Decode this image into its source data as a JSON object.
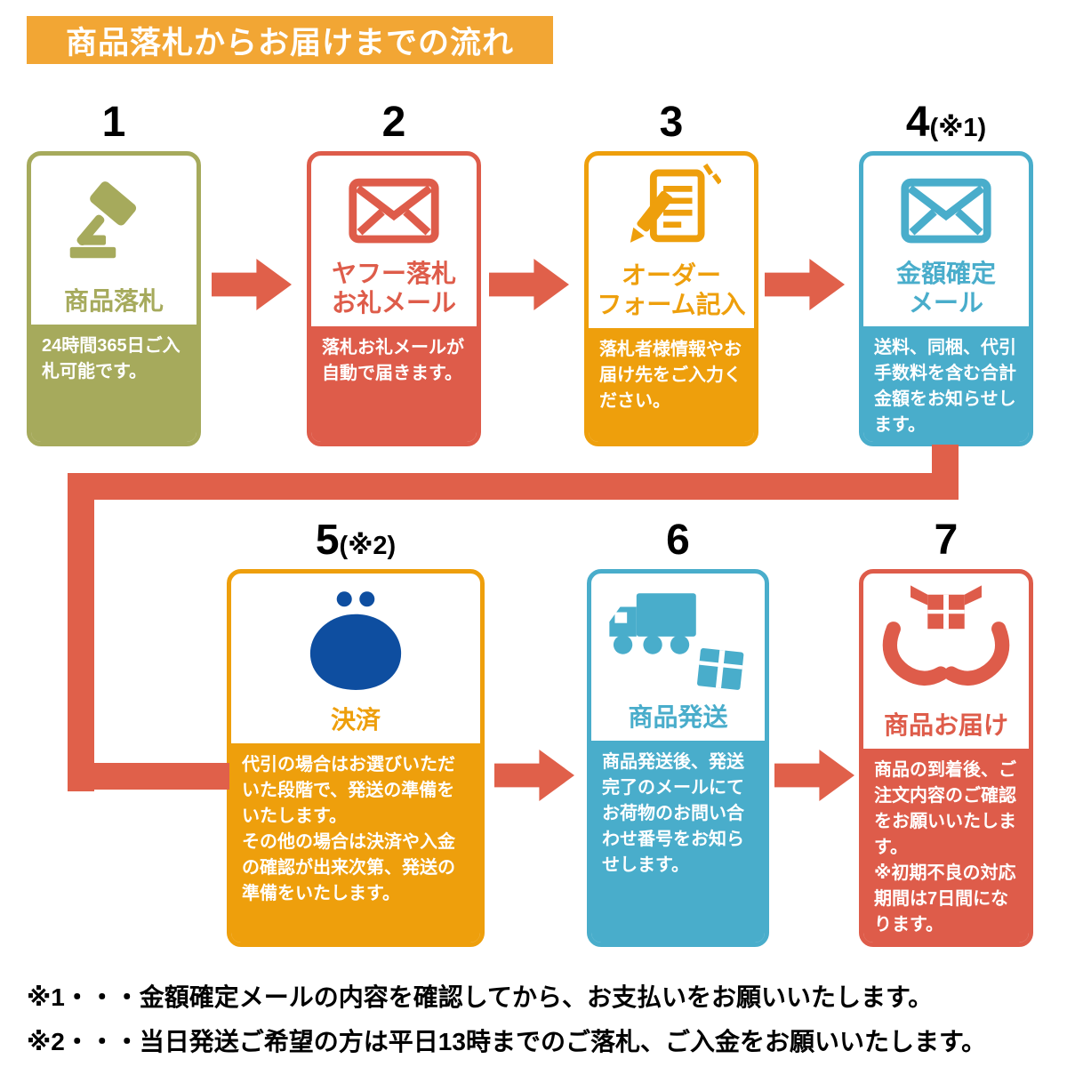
{
  "header": {
    "title": "商品落札からお届けまでの流れ",
    "bg_color": "#F2A634"
  },
  "steps": [
    {
      "number": "1",
      "note": "",
      "title": "商品落札",
      "desc": "24時間365日ご入札可能です。",
      "color": "#A6AA5C",
      "icon": "gavel-icon"
    },
    {
      "number": "2",
      "note": "",
      "title": "ヤフー落札\nお礼メール",
      "desc": "落札お礼メールが自動で届きます。",
      "color": "#DE5C4A",
      "icon": "mail-icon"
    },
    {
      "number": "3",
      "note": "",
      "title": "オーダー\nフォーム記入",
      "desc": "落札者様情報やお届け先をご入力ください。",
      "color": "#EE9F0C",
      "icon": "order-form-icon"
    },
    {
      "number": "4",
      "note": "(※1)",
      "title": "金額確定\nメール",
      "desc": "送料、同梱、代引手数料を含む合計金額をお知らせします。",
      "color": "#49ADCB",
      "icon": "mail-icon"
    },
    {
      "number": "5",
      "note": "(※2)",
      "title": "決済",
      "desc": "代引の場合はお選びいただいた段階で、発送の準備をいたします。\nその他の場合は決済や入金の確認が出来次第、発送の準備をいたします。",
      "color": "#EE9F0C",
      "icon": "coin-purse-icon"
    },
    {
      "number": "6",
      "note": "",
      "title": "商品発送",
      "desc": "商品発送後、発送完了のメールにてお荷物のお問い合わせ番号をお知らせします。",
      "color": "#49ADCB",
      "icon": "truck-icon"
    },
    {
      "number": "7",
      "note": "",
      "title": "商品お届け",
      "desc": "商品の到着後、ご注文内容のご確認をお願いいたします。\n※初期不良の対応期間は7日間になります。",
      "color": "#DE5C4A",
      "icon": "hands-package-icon"
    }
  ],
  "footnotes": [
    "※1・・・金額確定メールの内容を確認してから、お支払いをお願いいたします。",
    "※2・・・当日発送ご希望の方は平日13時までのご落札、ご入金をお願いいたします。"
  ],
  "colors": {
    "arrow": "#E0604A",
    "olive": "#A6AA5C",
    "red": "#DE5C4A",
    "orange": "#EE9F0C",
    "blue": "#49ADCB",
    "purse_blue": "#0E4EA0",
    "header_orange": "#F2A634"
  }
}
